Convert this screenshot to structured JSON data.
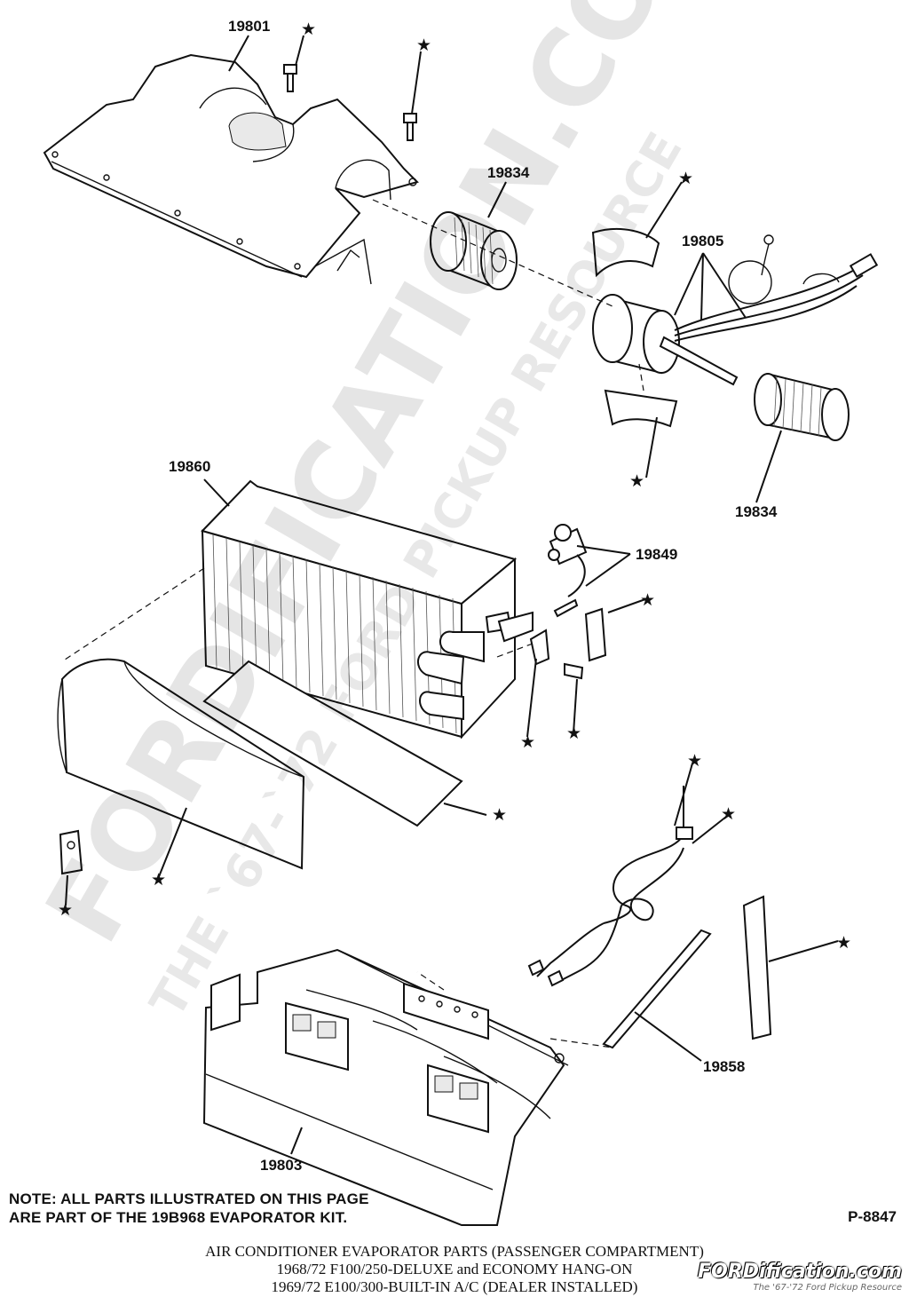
{
  "callouts": {
    "p19801": "19801",
    "p19834_top": "19834",
    "p19805": "19805",
    "p19834_bottom": "19834",
    "p19860": "19860",
    "p19849": "19849",
    "p19858": "19858",
    "p19803": "19803"
  },
  "star": "★",
  "note": {
    "line1": "NOTE: ALL PARTS ILLUSTRATED ON THIS PAGE",
    "line2": "ARE PART OF THE 19B968 EVAPORATOR KIT."
  },
  "figure_number": "P-8847",
  "caption": {
    "line1": "AIR CONDITIONER EVAPORATOR PARTS (PASSENGER COMPARTMENT)",
    "line2": "1968/72 F100/250-DELUXE and ECONOMY HANG-ON",
    "line3": "1969/72 E100/300-BUILT-IN A/C (DEALER INSTALLED)"
  },
  "watermark": {
    "main": "FORDIFICATION.COM",
    "sub": "THE `67-`72 FORD PICKUP RESOURCE"
  },
  "brand": {
    "name": "FORDification.com",
    "tagline": "The '67-'72 Ford Pickup Resource"
  }
}
